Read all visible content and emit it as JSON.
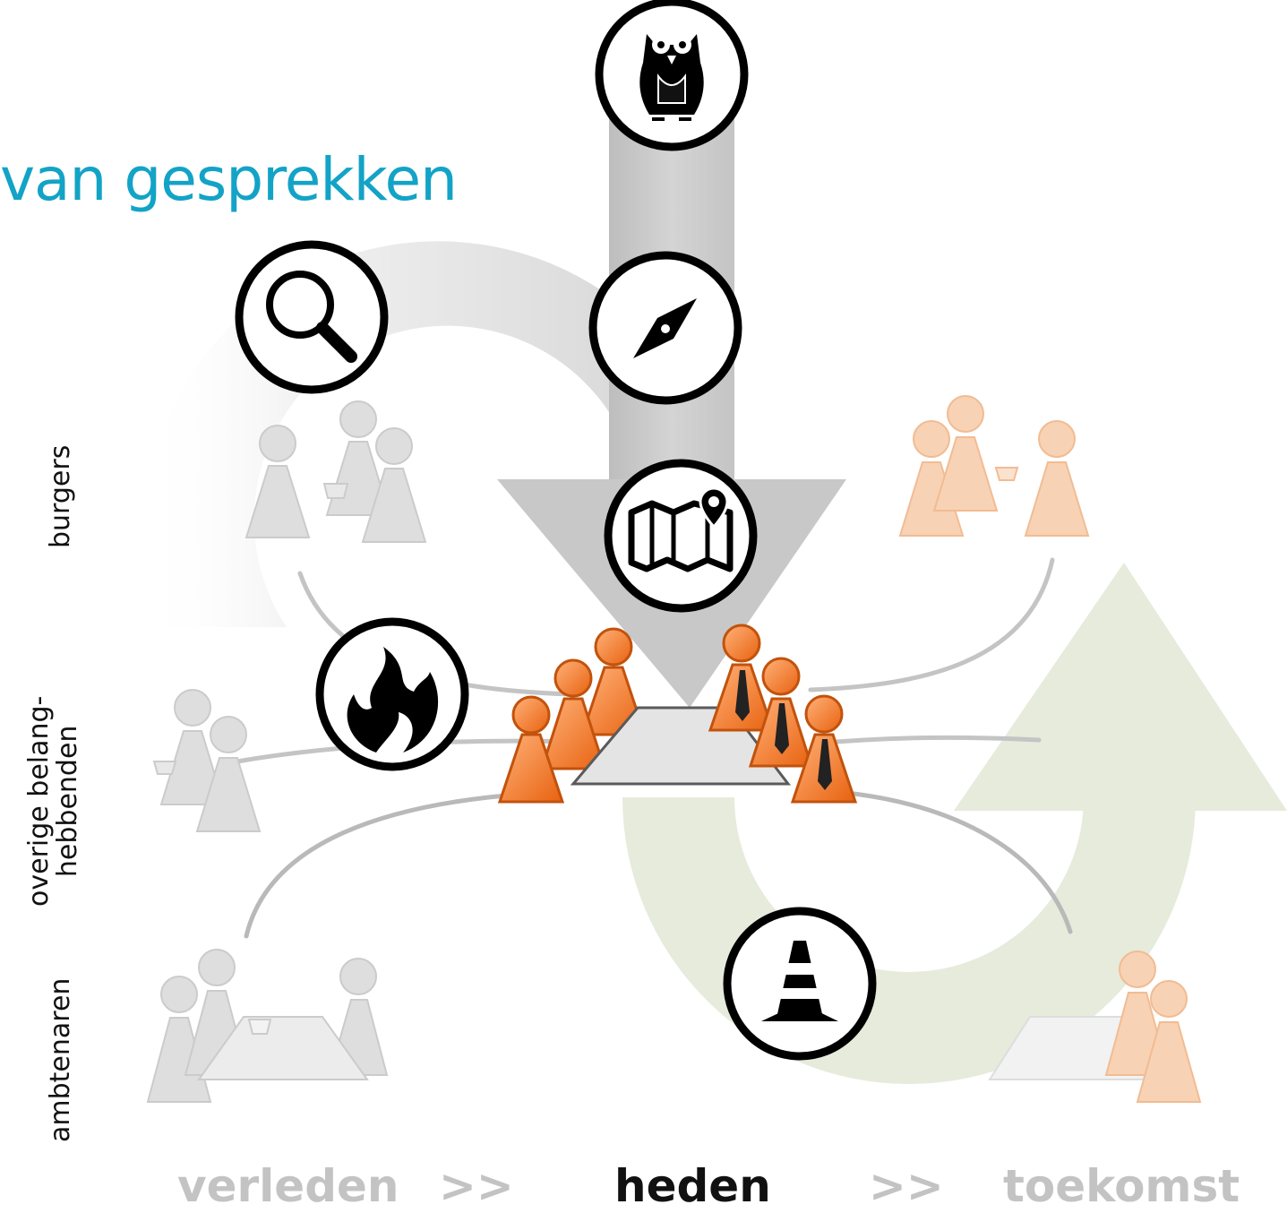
{
  "title": "van gesprekken",
  "row_labels": {
    "burgers": "burgers",
    "overige_line1": "overige belang-",
    "overige_line2": "hebbenden",
    "ambtenaren": "ambtenaren"
  },
  "timeline": {
    "past": "verleden",
    "sep1": ">>",
    "present": "heden",
    "sep2": ">>",
    "future": "toekomst"
  },
  "icons": [
    "owl-icon",
    "magnifier-icon",
    "compass-icon",
    "map-pin-icon",
    "fire-icon",
    "traffic-cone-icon"
  ],
  "colors": {
    "title": "#13a3c6",
    "orange": "#f07a22",
    "faded_orange": "#f6c9a6",
    "grey_person": "#d5d5d5",
    "green_arrow": "#e6ebdc",
    "grey_arrow": "#cfcfcf"
  }
}
